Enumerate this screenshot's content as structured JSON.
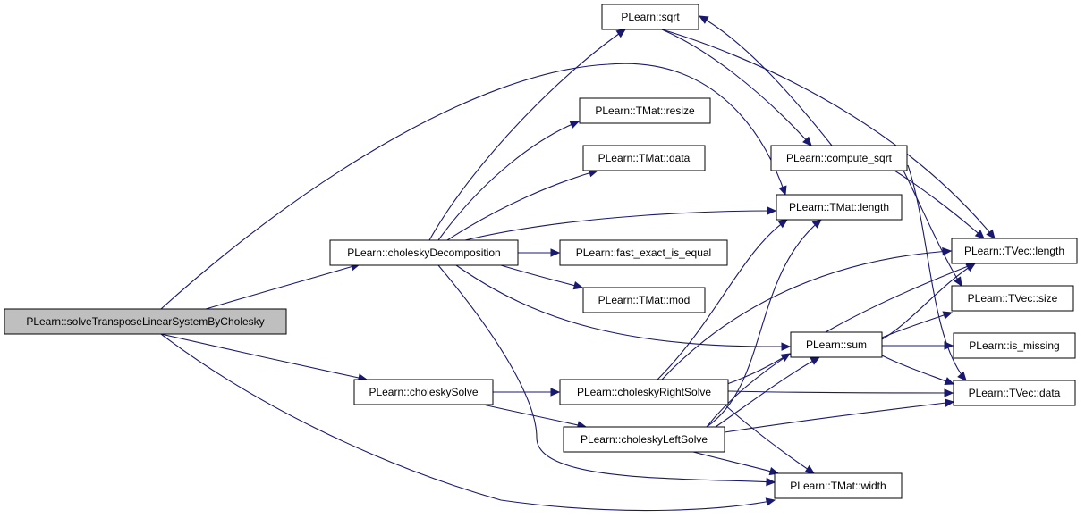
{
  "diagram": {
    "nodes": [
      {
        "id": "root",
        "label": "PLearn::solveTransposeLinearSystemByCholesky",
        "root": true
      },
      {
        "id": "choleskyDecomposition",
        "label": "PLearn::choleskyDecomposition"
      },
      {
        "id": "choleskySolve",
        "label": "PLearn::choleskySolve"
      },
      {
        "id": "sqrt",
        "label": "PLearn::sqrt"
      },
      {
        "id": "tmat_resize",
        "label": "PLearn::TMat::resize"
      },
      {
        "id": "tmat_data",
        "label": "PLearn::TMat::data"
      },
      {
        "id": "fast_exact_is_equal",
        "label": "PLearn::fast_exact_is_equal"
      },
      {
        "id": "tmat_mod",
        "label": "PLearn::TMat::mod"
      },
      {
        "id": "choleskyRightSolve",
        "label": "PLearn::choleskyRightSolve"
      },
      {
        "id": "choleskyLeftSolve",
        "label": "PLearn::choleskyLeftSolve"
      },
      {
        "id": "compute_sqrt",
        "label": "PLearn::compute_sqrt"
      },
      {
        "id": "tmat_length",
        "label": "PLearn::TMat::length"
      },
      {
        "id": "sum",
        "label": "PLearn::sum"
      },
      {
        "id": "tmat_width",
        "label": "PLearn::TMat::width"
      },
      {
        "id": "tvec_length",
        "label": "PLearn::TVec::length"
      },
      {
        "id": "tvec_size",
        "label": "PLearn::TVec::size"
      },
      {
        "id": "is_missing",
        "label": "PLearn::is_missing"
      },
      {
        "id": "tvec_data",
        "label": "PLearn::TVec::data"
      }
    ],
    "edges": [
      {
        "from": "root",
        "to": "choleskyDecomposition"
      },
      {
        "from": "root",
        "to": "choleskySolve"
      },
      {
        "from": "root",
        "to": "tmat_length"
      },
      {
        "from": "root",
        "to": "tmat_width"
      },
      {
        "from": "choleskyDecomposition",
        "to": "sqrt"
      },
      {
        "from": "choleskyDecomposition",
        "to": "tmat_resize"
      },
      {
        "from": "choleskyDecomposition",
        "to": "tmat_data"
      },
      {
        "from": "choleskyDecomposition",
        "to": "tmat_length"
      },
      {
        "from": "choleskyDecomposition",
        "to": "fast_exact_is_equal"
      },
      {
        "from": "choleskyDecomposition",
        "to": "tmat_mod"
      },
      {
        "from": "choleskyDecomposition",
        "to": "sum"
      },
      {
        "from": "choleskyDecomposition",
        "to": "tmat_width"
      },
      {
        "from": "choleskySolve",
        "to": "choleskyRightSolve"
      },
      {
        "from": "choleskySolve",
        "to": "choleskyLeftSolve"
      },
      {
        "from": "sqrt",
        "to": "compute_sqrt"
      },
      {
        "from": "sqrt",
        "to": "tvec_length"
      },
      {
        "from": "compute_sqrt",
        "to": "sqrt"
      },
      {
        "from": "compute_sqrt",
        "to": "tvec_length"
      },
      {
        "from": "compute_sqrt",
        "to": "tvec_size"
      },
      {
        "from": "compute_sqrt",
        "to": "tvec_data"
      },
      {
        "from": "choleskyRightSolve",
        "to": "tmat_length"
      },
      {
        "from": "choleskyRightSolve",
        "to": "sum"
      },
      {
        "from": "choleskyRightSolve",
        "to": "tvec_length"
      },
      {
        "from": "choleskyRightSolve",
        "to": "tvec_data"
      },
      {
        "from": "choleskyRightSolve",
        "to": "tmat_width"
      },
      {
        "from": "choleskyLeftSolve",
        "to": "tmat_length"
      },
      {
        "from": "choleskyLeftSolve",
        "to": "sum"
      },
      {
        "from": "choleskyLeftSolve",
        "to": "tvec_length"
      },
      {
        "from": "choleskyLeftSolve",
        "to": "tvec_data"
      },
      {
        "from": "choleskyLeftSolve",
        "to": "tmat_width"
      },
      {
        "from": "sum",
        "to": "tvec_length"
      },
      {
        "from": "sum",
        "to": "tvec_size"
      },
      {
        "from": "sum",
        "to": "is_missing"
      },
      {
        "from": "sum",
        "to": "tvec_data"
      }
    ],
    "colors": {
      "edge": "#191970",
      "root_fill": "#bfbfbf",
      "node_fill": "#ffffff",
      "node_border": "#000000"
    }
  }
}
